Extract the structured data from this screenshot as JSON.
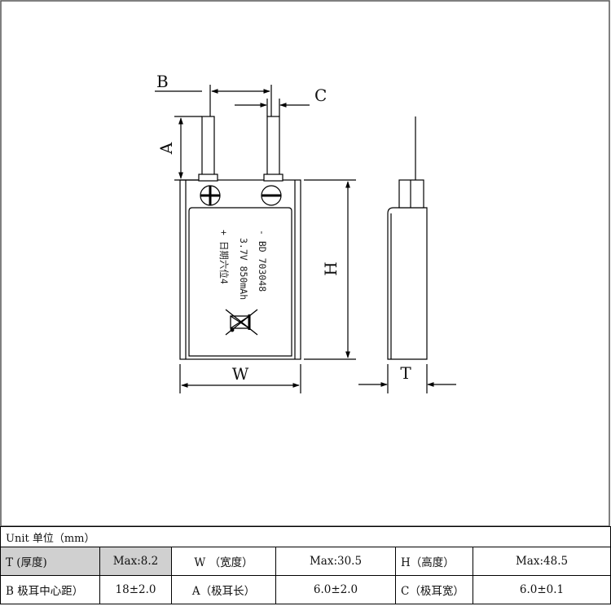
{
  "drawing": {
    "dimension_labels": {
      "b": "B",
      "c": "C",
      "a": "A",
      "h": "H",
      "w": "W",
      "t": "T"
    },
    "pack_print": {
      "line1": "- BD 703048",
      "line2": "3.7V 850mAh",
      "line3": "+ 日期六位4"
    },
    "recycle_mark": "crossed-out-wheelie-bin-icon"
  },
  "table": {
    "unit_label": "Unit 单位（mm）",
    "rows": [
      [
        {
          "text": "T (厚度)",
          "shaded": true
        },
        {
          "text": "Max:8.2",
          "shaded": true
        },
        {
          "text": "W （宽度）",
          "shaded": false
        },
        {
          "text": "Max:30.5",
          "shaded": false
        },
        {
          "text": "H（高度）",
          "shaded": false
        },
        {
          "text": "Max:48.5",
          "shaded": false
        }
      ],
      [
        {
          "text": "B 极耳中心距）",
          "shaded": false
        },
        {
          "text": "18±2.0",
          "shaded": false
        },
        {
          "text": "A（极耳长）",
          "shaded": false
        },
        {
          "text": "6.0±2.0",
          "shaded": false
        },
        {
          "text": "C（极耳宽）",
          "shaded": false
        },
        {
          "text": "6.0±0.1",
          "shaded": false
        }
      ]
    ]
  }
}
